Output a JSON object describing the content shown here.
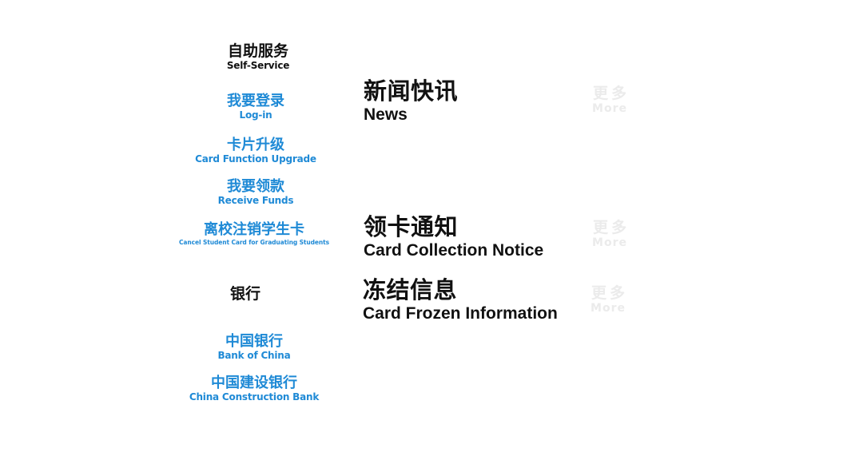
{
  "sidebar": {
    "self_service": {
      "title": "自助服务",
      "subtitle": "Self-Service",
      "items": [
        {
          "zh": "我要登录",
          "en": "Log-in"
        },
        {
          "zh": "卡片升级",
          "en": "Card Function Upgrade"
        },
        {
          "zh": "我要领款",
          "en": "Receive Funds"
        },
        {
          "zh": "离校注销学生卡",
          "en": "Cancel Student Card  for Graduating Students"
        }
      ]
    },
    "bank": {
      "title": "银行",
      "items": [
        {
          "zh": "中国银行",
          "en": "Bank of China"
        },
        {
          "zh": "中国建设银行",
          "en": "China Construction Bank"
        }
      ]
    }
  },
  "main": {
    "sections": [
      {
        "title_zh": "新闻快讯",
        "title_en": "News",
        "more_zh": "更多",
        "more_en": "More"
      },
      {
        "title_zh": "领卡通知",
        "title_en": "Card Collection Notice",
        "more_zh": "更多",
        "more_en": "More"
      },
      {
        "title_zh": "冻结信息",
        "title_en": "Card Frozen Information",
        "more_zh": "更多",
        "more_en": "More"
      }
    ]
  },
  "colors": {
    "link_blue": "#1f8ad6",
    "heading_black": "#111111",
    "more_faint": "#ebebeb",
    "background": "#ffffff"
  }
}
